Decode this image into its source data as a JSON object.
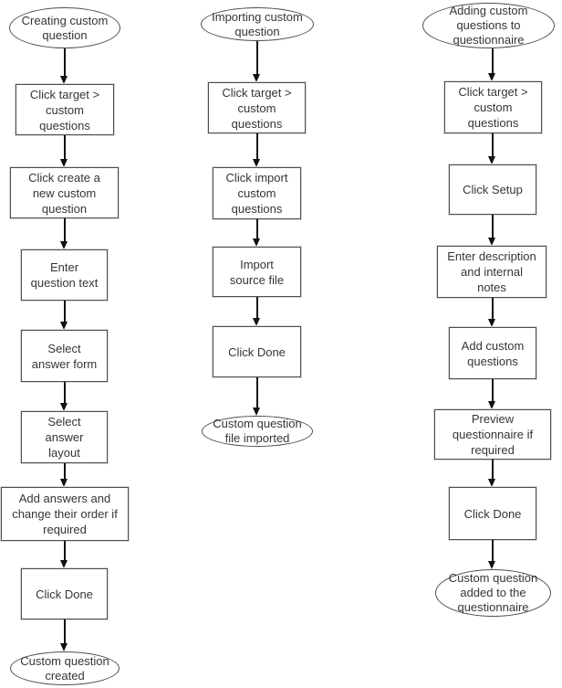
{
  "page": {
    "background_color": "#ffffff",
    "node_border_color": "#4e4e4e",
    "text_color": "#353535",
    "arrow_color": "#111111"
  },
  "flowchart": {
    "columns": [
      {
        "name": "creating-custom-question-flow",
        "nodes": [
          {
            "type": "terminator",
            "label": "Creating custom question"
          },
          {
            "type": "process",
            "label": "Click target > custom questions"
          },
          {
            "type": "process",
            "label": "Click create a new custom question"
          },
          {
            "type": "process",
            "label": "Enter question text"
          },
          {
            "type": "process",
            "label": "Select answer form"
          },
          {
            "type": "process",
            "label": "Select answer layout"
          },
          {
            "type": "process",
            "label": "Add answers and change their order if required"
          },
          {
            "type": "process",
            "label": "Click Done"
          },
          {
            "type": "terminator",
            "label": "Custom question created"
          }
        ]
      },
      {
        "name": "importing-custom-question-flow",
        "nodes": [
          {
            "type": "terminator",
            "label": "Importing custom question"
          },
          {
            "type": "process",
            "label": "Click target > custom questions"
          },
          {
            "type": "process",
            "label": "Click import custom questions"
          },
          {
            "type": "process",
            "label": "Import source file"
          },
          {
            "type": "process",
            "label": "Click Done"
          },
          {
            "type": "terminator",
            "label": "Custom question file imported"
          }
        ]
      },
      {
        "name": "adding-custom-questions-flow",
        "nodes": [
          {
            "type": "terminator",
            "label": "Adding custom questions to questionnaire"
          },
          {
            "type": "process",
            "label": "Click target > custom questions"
          },
          {
            "type": "process",
            "label": "Click Setup"
          },
          {
            "type": "process",
            "label": "Enter description and internal notes"
          },
          {
            "type": "process",
            "label": "Add custom questions"
          },
          {
            "type": "process",
            "label": "Preview questionnaire if required"
          },
          {
            "type": "process",
            "label": "Click Done"
          },
          {
            "type": "terminator",
            "label": "Custom question added to the questionnaire"
          }
        ]
      }
    ]
  }
}
